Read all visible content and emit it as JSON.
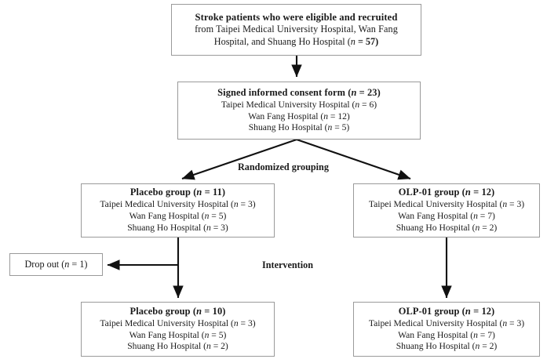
{
  "diagram": {
    "title": "Stroke trial participant flow diagram",
    "accent_color": "#1a1a1a",
    "box_border_color": "#9a9a9a",
    "background_color": "#ffffff"
  },
  "boxes": {
    "eligible": {
      "line1": "Stroke patients who were eligible and recruited",
      "line2": "from Taipei Medical University Hospital, Wan Fang",
      "line3_pre": "Hospital,  and Shuang Ho Hospital  (",
      "line3_n": "n",
      "line3_post": " = 57)"
    },
    "consent": {
      "header_pre": "Signed informed  consent form  (",
      "header_n": "n",
      "header_post": " = 23)",
      "rows": [
        {
          "site": "Taipei Medical University Hospital (",
          "n": "n",
          "value": " = 6)"
        },
        {
          "site": "Wan Fang Hospital (",
          "n": "n",
          "value": " = 12)"
        },
        {
          "site": "Shuang Ho Hospital (",
          "n": "n",
          "value": " = 5)"
        }
      ]
    },
    "placebo_allocated": {
      "header_pre": "Placebo group  (",
      "header_n": "n",
      "header_post": " = 11)",
      "rows": [
        {
          "site": "Taipei Medical University Hospital (",
          "n": "n",
          "value": " = 3)"
        },
        {
          "site": "Wan Fang Hospital (",
          "n": "n",
          "value": " = 5)"
        },
        {
          "site": "Shuang Ho Hospital (",
          "n": "n",
          "value": " = 3)"
        }
      ]
    },
    "olp_allocated": {
      "header_pre": "OLP-01 group  (",
      "header_n": "n",
      "header_post": " = 12)",
      "rows": [
        {
          "site": "Taipei Medical University Hospital (",
          "n": "n",
          "value": " = 3)"
        },
        {
          "site": "Wan Fang Hospital (",
          "n": "n",
          "value": " = 7)"
        },
        {
          "site": "Shuang Ho Hospital (",
          "n": "n",
          "value": " = 2)"
        }
      ]
    },
    "dropout": {
      "text_pre": "Drop out (",
      "text_n": "n",
      "text_post": " = 1)"
    },
    "placebo_analyzed": {
      "header_pre": "Placebo group  (",
      "header_n": "n",
      "header_post": " = 10)",
      "rows": [
        {
          "site": "Taipei Medical University Hospital (",
          "n": "n",
          "value": " = 3)"
        },
        {
          "site": "Wan Fang Hospital (",
          "n": "n",
          "value": " = 5)"
        },
        {
          "site": "Shuang Ho Hospital (",
          "n": "n",
          "value": " = 2)"
        }
      ]
    },
    "olp_analyzed": {
      "header_pre": "OLP-01 group  (",
      "header_n": "n",
      "header_post": " = 12)",
      "rows": [
        {
          "site": "Taipei Medical University Hospital (",
          "n": "n",
          "value": " = 3)"
        },
        {
          "site": "Wan Fang Hospital (",
          "n": "n",
          "value": " = 7)"
        },
        {
          "site": "Shuang Ho Hospital (",
          "n": "n",
          "value": " = 2)"
        }
      ]
    }
  },
  "labels": {
    "randomization": "Randomized grouping",
    "intervention": "Intervention"
  },
  "connectors": {
    "arrow_enroll_to_consent": "arrow-down-icon",
    "arrow_branch_left": "arrow-diagonal-left-icon",
    "arrow_branch_right": "arrow-diagonal-right-icon",
    "arrow_placebo_down": "arrow-down-icon",
    "arrow_olp_down": "arrow-down-icon",
    "arrow_dropout_left": "arrow-left-icon"
  }
}
